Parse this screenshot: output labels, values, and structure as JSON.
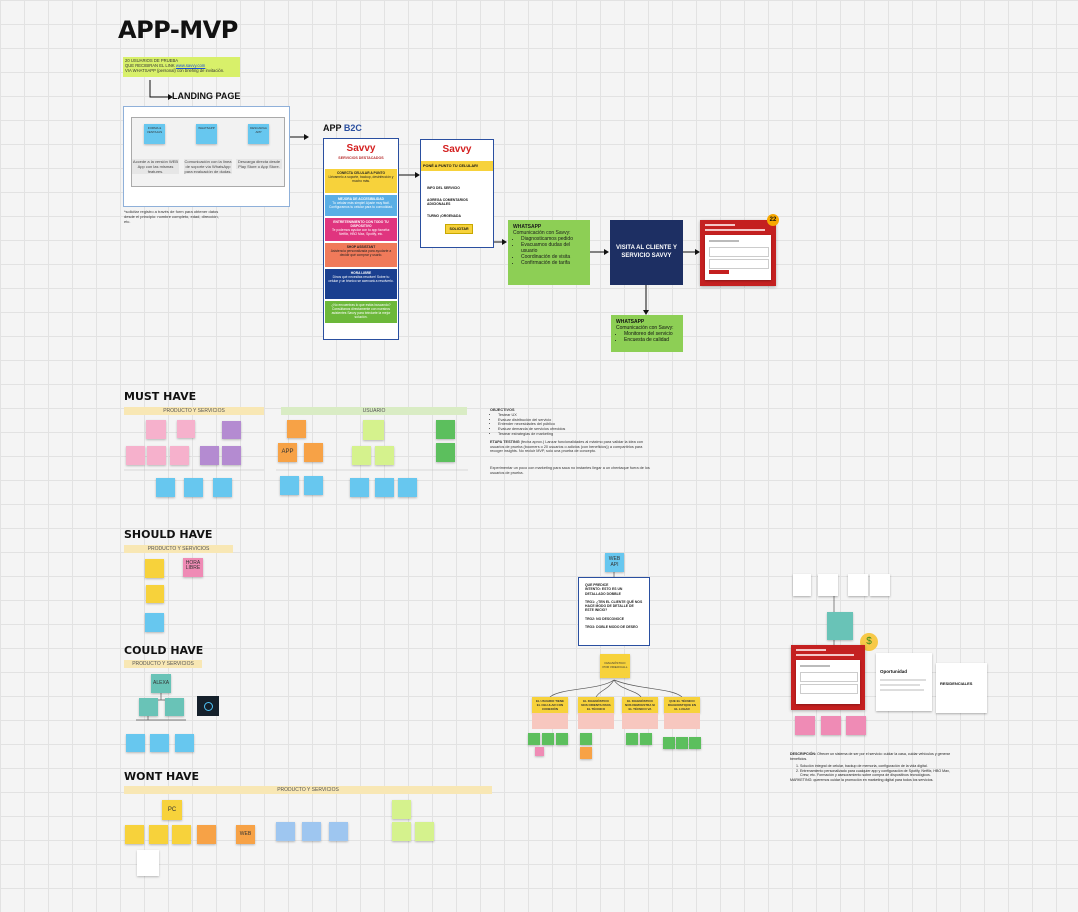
{
  "title": "APP-MVP",
  "intro_note": [
    "20 USUARIOS DE PRUEBA",
    "QUE RECIBIRAN EL LINK",
    "www.savvy.com",
    "VIA WHATSAPP (personal) con briefing de invitación."
  ],
  "landing": {
    "title": "LANDING PAGE",
    "columns": [
      {
        "tag": "FORMA & VENTAJAS",
        "text": "Accede a la versión WEB App con las mismas features."
      },
      {
        "tag": "WHATSAPP",
        "text": "Comunicación con la línea de soporte vía WhatsApp para evaluación de dudas."
      },
      {
        "tag": "DESCARGA APP",
        "text": "Descarga directa desde Play Store o App Store."
      }
    ],
    "note": "*solicitar registro a través de form para obtener datos desde el principio: nombre completo, edad, dirección, etc."
  },
  "app_b2c": {
    "title_prefix": "APP",
    "title_suffix": "B2C",
    "brand": "Savvy",
    "heading": "SERVICIOS DESTACADOS",
    "services": [
      {
        "title": "CONECTA CELULAR A PUNTO",
        "text": "Llévamelo a soporte, backup, desinfección y mucho más."
      },
      {
        "title": "MEJORA DE ACCESIBILIDAD",
        "text": "Tu celular más simple! Ajuste muy fácil. Configuramos tu celular para tu comodidad."
      },
      {
        "title": "ENTRETENIMIENTO CON TODO TU DISPOSITIVO",
        "text": "Te podemos ayudar con tu app favorita: Netflix, HBO Max, Spotify, etc."
      },
      {
        "title": "SHOP ASSISTANT",
        "text": "Asistencia personalizada para ayudarte a decidir qué comprar y usarlo."
      },
      {
        "title": "HORA LIBRE",
        "text": "Dinos qué necesitas resolver! Sobre tu celular y un técnico se acercará a resolverlo."
      },
      {
        "title": "",
        "text": "¿No encuentras lo que estás buscando? Consúltanos directamente con nuestros asistentes Savvy para brindarte la mejor solución."
      }
    ],
    "service_colors": [
      "#f7d23b",
      "#5aaee5",
      "#e0357f",
      "#f07a5a",
      "#1a3f8f",
      "#6cb83a"
    ]
  },
  "detail": {
    "brand": "Savvy",
    "header": "PONÉ A PUNTO TU CELULAR!",
    "items": [
      "INFO DEL SERVICIO",
      "AGREGA COMENTARIOS ADICIONALES",
      "TURNO ¡ORGENADA"
    ],
    "button": "SOLICITAR"
  },
  "whatsapp1": {
    "title": "WHATSAPP",
    "subtitle": "Comunicación con Savvy:",
    "bullets": [
      "Diagnosticamos pedido",
      "Evacuamos dudas del usuario",
      "Coordinación de visita",
      "Confirmación de tarifa"
    ]
  },
  "visita": {
    "text": "VISITA AL CLIENTE Y SERVICIO SAVVY"
  },
  "whatsapp2": {
    "title": "WHATSAPP",
    "subtitle": "Comunicación con Savvy:",
    "bullets": [
      "Monitoreo del servicio",
      "Encuesta de calidad"
    ]
  },
  "badge_count": "22",
  "sections": {
    "must": "MUST HAVE",
    "should": "SHOULD HAVE",
    "could": "COULD HAVE",
    "wont": "WONT HAVE"
  },
  "bands": {
    "productos": "PRODUCTO Y SERVICIOS",
    "usuario": "USUARIO"
  },
  "must_labels": {
    "app": "APP"
  },
  "should_labels": {
    "hora": "HORA LIBRE"
  },
  "could_labels": {
    "alexa": "ALEXA"
  },
  "wont_labels": {
    "pc": "PC",
    "web": "WEB"
  },
  "objetivos": {
    "title": "OBJECTIVOS",
    "bullets": [
      "Testear UX",
      "Evaluar distribución del servicio",
      "Entender necesidades del público",
      "Evaluar demanda de servicios ofrecidos",
      "Testear estrategias de marketing"
    ],
    "etapa_title": "ETAPA TESTING",
    "etapa_text": "(fecha aprox.) Lanzar funcionalidades al máximo para validar la idea con usuarios de prueba (boomers o 20 usuarios o adictos (con beneficios)) a compartirlos para recoger insights. No recluir MVP, solo una prueba de concepto.",
    "footer": "Experimentar un poco con marketing para saca no instantes llegar a un chentaque fuera de los usuarios de prueba."
  },
  "web_api": {
    "label": "WEB API"
  },
  "query_box": {
    "lines": [
      "QUE PREDICE",
      "INTENTO: ESTO ES UN DETALLADO DOBBLE",
      "TRO1: ¿TEN EL CLIENTE QUÉ NOS HACE MODO DE DETALLE DE ESTE INICIO?",
      "TRO2: NO DESCONOCE",
      "TRO3: DOBLE MODO DE DESEO"
    ]
  },
  "tree": {
    "root": "DIAGNÓSTICO POR VIDEO/CALL",
    "branches": [
      "EL USUARIO TIENE EL CELULAR CON CONEXIÓN",
      "EL DIAGNÓSTICO NOS ORIENTA PARA EL TÉCNICO",
      "EL DIAGNÓSTICO NOS DEMUESTRA SI EL TÉCNICO VA",
      "QUE EL TÉCNICO DIAGNOSTIQUE EN EL LUGAR"
    ]
  },
  "right_cluster": {
    "card_title": "Oportunidad",
    "card2_title": "RESIDENCIALES",
    "descripcion_title": "DESCRIPCIÓN:",
    "descripcion": "Ofrecer un sistema de ser por el servicio: cuidar la casa, cuidar vehículos y generar beneficios.",
    "list": [
      "Solución integral de celular, backup de memoria, configuración de la vida digital.",
      "Entrenamiento personalizado para cualquier app y configuración de Spotify, Netflix, HBO Max, Crew, etc. Formación y asesoramiento sobre compra de dispositivos tecnológicos."
    ],
    "marketing": "MARKETING: queremos cuidar la promoción en marketing digital para todos los servicios."
  }
}
